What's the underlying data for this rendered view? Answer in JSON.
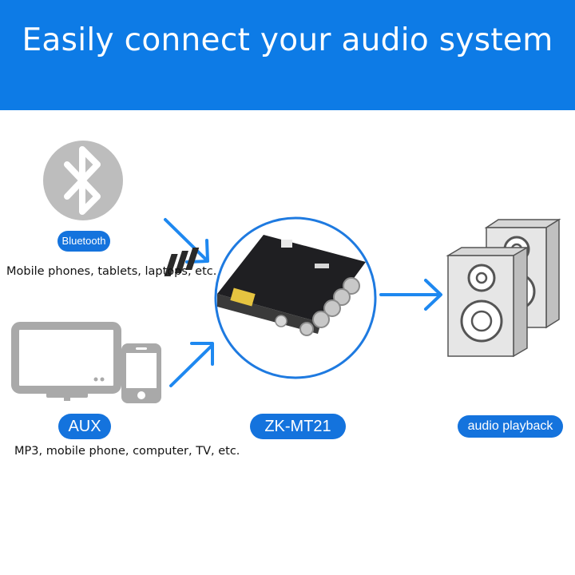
{
  "banner": {
    "title": "Easily connect your audio system"
  },
  "inputs": {
    "bluetooth": {
      "label": "Bluetooth",
      "caption": "Mobile phones, tablets, laptops, etc."
    },
    "aux": {
      "label": "AUX",
      "caption": "MP3, mobile phone, computer, TV, etc."
    }
  },
  "device": {
    "label": "ZK-MT21"
  },
  "output": {
    "label": "audio playback"
  },
  "colors": {
    "brand_blue": "#0d7be6",
    "pill_blue": "#1473dd",
    "icon_gray": "#bdbdbd"
  }
}
